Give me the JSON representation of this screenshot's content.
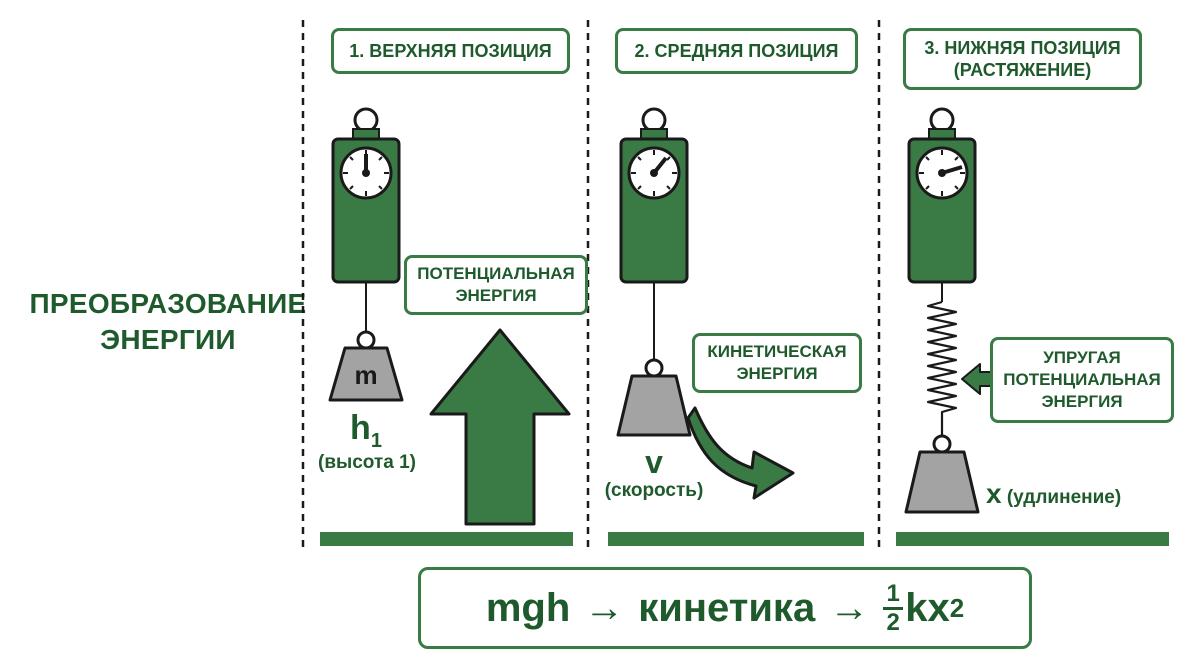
{
  "title": {
    "line1": "ПРЕОБРАЗОВАНИЕ",
    "line2": "ЭНЕРГИИ"
  },
  "panels": [
    {
      "header": [
        "1. ВЕРХНЯЯ ПОЗИЦИЯ"
      ],
      "energy_label": [
        "ПОТЕНЦИАЛЬНАЯ",
        "ЭНЕРГИЯ"
      ],
      "weight_label": "m",
      "variable": "h",
      "variable_sub": "1",
      "variable_caption": "(высота 1)"
    },
    {
      "header": [
        "2. СРЕДНЯЯ ПОЗИЦИЯ"
      ],
      "energy_label": [
        "КИНЕТИЧЕСКАЯ",
        "ЭНЕРГИЯ"
      ],
      "variable": "v",
      "variable_caption": "(скорость)"
    },
    {
      "header": [
        "3. НИЖНЯЯ ПОЗИЦИЯ",
        "(РАСТЯЖЕНИЕ)"
      ],
      "energy_label": [
        "УПРУГАЯ",
        "ПОТЕНЦИАЛЬНАЯ",
        "ЭНЕРГИЯ"
      ],
      "variable": "x",
      "variable_caption": "(удлинение)"
    }
  ],
  "formula": {
    "part1": "mgh",
    "arrow": "→",
    "part2": "кинетика",
    "frac_num": "1",
    "frac_den": "2",
    "part3": "kx",
    "exponent": "2"
  },
  "colors": {
    "green": "#3a7a45",
    "dark_green": "#1f5a2c",
    "weight_gray": "#a3a3a3"
  }
}
